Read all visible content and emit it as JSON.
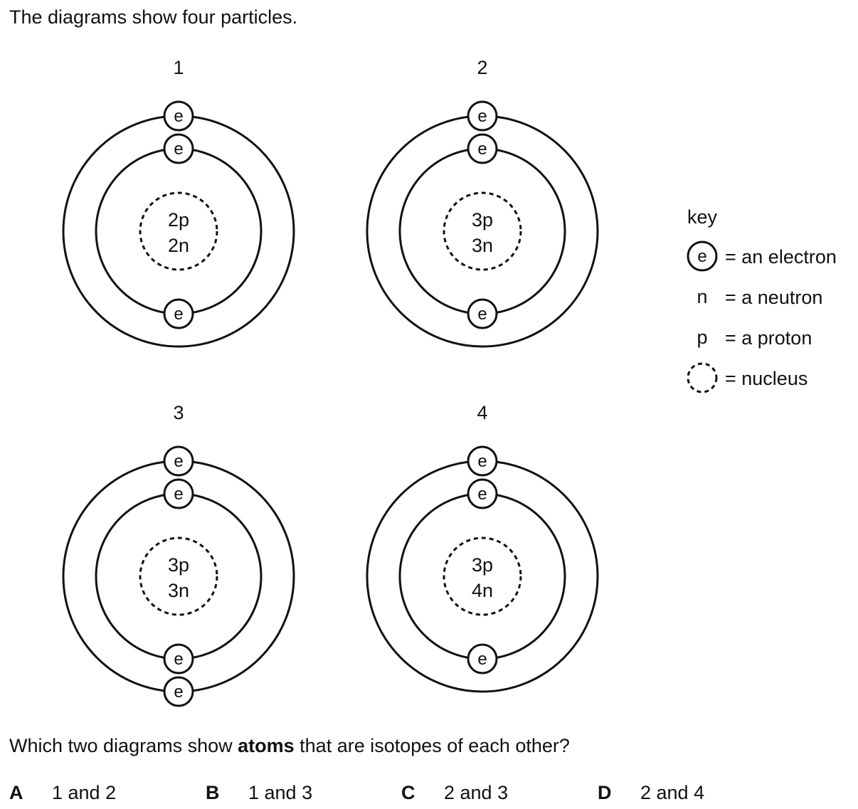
{
  "intro": "The diagrams show four particles.",
  "diagrams": [
    {
      "number": "1",
      "protons": "2p",
      "neutrons": "2n",
      "inner_electrons": 2,
      "outer_electrons": 1
    },
    {
      "number": "2",
      "protons": "3p",
      "neutrons": "3n",
      "inner_electrons": 2,
      "outer_electrons": 1
    },
    {
      "number": "3",
      "protons": "3p",
      "neutrons": "3n",
      "inner_electrons": 2,
      "outer_electrons": 2
    },
    {
      "number": "4",
      "protons": "3p",
      "neutrons": "4n",
      "inner_electrons": 2,
      "outer_electrons": 1
    }
  ],
  "electron_symbol": "e",
  "key": {
    "title": "key",
    "items": [
      {
        "symbol": "e",
        "text": "= an electron"
      },
      {
        "symbol": "n",
        "text": "= a neutron"
      },
      {
        "symbol": "p",
        "text": "= a proton"
      },
      {
        "symbol": "",
        "text": "= nucleus"
      }
    ]
  },
  "question": {
    "before": "Which two diagrams show ",
    "bold": "atoms",
    "after": " that are isotopes of each other?"
  },
  "options": [
    {
      "letter": "A",
      "text": "1 and 2"
    },
    {
      "letter": "B",
      "text": "1 and 3"
    },
    {
      "letter": "C",
      "text": "2 and 3"
    },
    {
      "letter": "D",
      "text": "2 and 4"
    }
  ]
}
